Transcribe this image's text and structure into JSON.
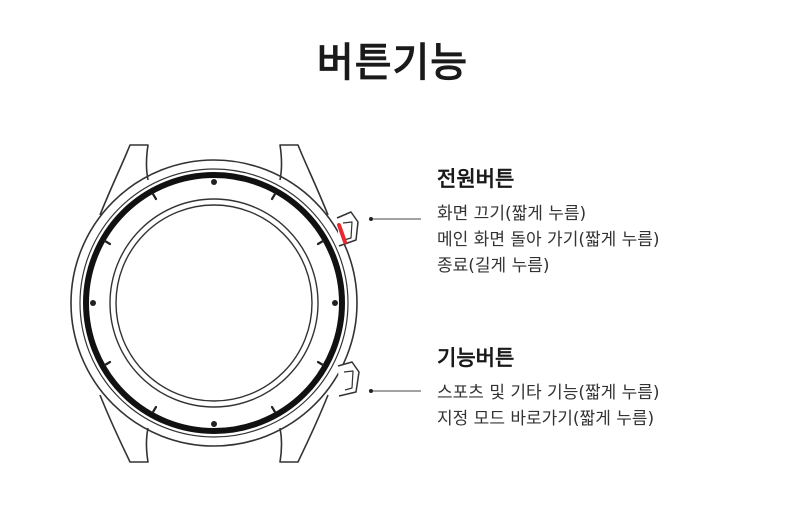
{
  "title": "버튼기능",
  "power_button": {
    "heading": "전원버튼",
    "lines": [
      "화면 끄기(짧게 누름)",
      "메인 화면 돌아 가기(짧게 누름)",
      "종료(길게 누름)"
    ]
  },
  "function_button": {
    "heading": "기능버튼",
    "lines": [
      "스포츠 및 기타 기능(짧게 누름)",
      "지정 모드 바로가기(짧게 누름)"
    ]
  },
  "colors": {
    "power_button_accent": "#e8282e",
    "outline": "#333333",
    "bezel_ring": "#111111"
  }
}
